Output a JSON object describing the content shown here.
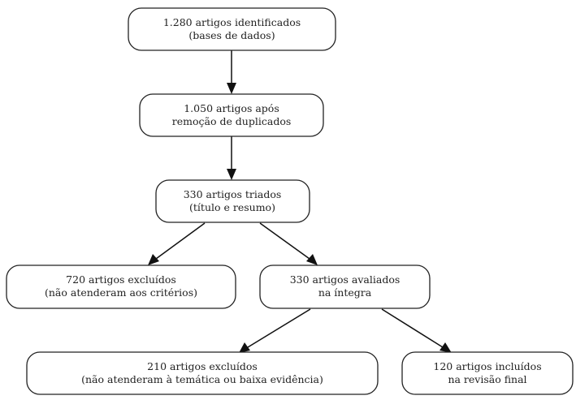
{
  "diagram": {
    "nodes": [
      {
        "id": "identified",
        "lines": [
          "1.280 artigos identificados",
          "(bases de dados)"
        ]
      },
      {
        "id": "deduplicated",
        "lines": [
          "1.050 artigos após",
          "remoção de duplicados"
        ]
      },
      {
        "id": "screened",
        "lines": [
          "330 artigos triados",
          "(título e resumo)"
        ]
      },
      {
        "id": "excluded-criteria",
        "lines": [
          "720 artigos excluídos",
          "(não atenderam aos critérios)"
        ]
      },
      {
        "id": "full-text",
        "lines": [
          "330 artigos avaliados",
          "na íntegra"
        ]
      },
      {
        "id": "excluded-theme",
        "lines": [
          "210 artigos excluídos",
          "(não atenderam à temática ou baixa evidência)"
        ]
      },
      {
        "id": "included",
        "lines": [
          "120 artigos incluídos",
          "na revisão final"
        ]
      }
    ],
    "edges": [
      [
        "identified",
        "deduplicated"
      ],
      [
        "deduplicated",
        "screened"
      ],
      [
        "screened",
        "excluded-criteria"
      ],
      [
        "screened",
        "full-text"
      ],
      [
        "full-text",
        "excluded-theme"
      ],
      [
        "full-text",
        "included"
      ]
    ]
  }
}
